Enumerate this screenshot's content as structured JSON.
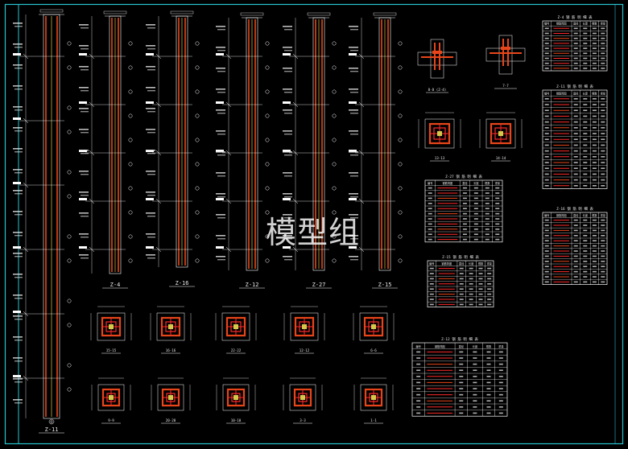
{
  "watermark": "模型组",
  "colors": {
    "frame": "#27c4d0",
    "line": "#ffffff",
    "steel": "#e8461a",
    "bar": "#ff2a2a",
    "core": "#d2c94a",
    "text": "#e8e8e8"
  },
  "columns": [
    {
      "label": "Z-11",
      "mark": "①"
    },
    {
      "label": "Z-4"
    },
    {
      "label": "Z-16"
    },
    {
      "label": "Z-12"
    },
    {
      "label": "Z-27"
    },
    {
      "label": "Z-15"
    }
  ],
  "details": [
    {
      "label": "8-8 (Z-4)"
    },
    {
      "label": "7-7"
    },
    {
      "label": "13-13"
    },
    {
      "label": "14-14"
    }
  ],
  "sections_row1": [
    {
      "label": "15-15"
    },
    {
      "label": "16-16"
    },
    {
      "label": "22-22"
    },
    {
      "label": "12-12"
    },
    {
      "label": "6-6"
    }
  ],
  "sections_row2": [
    {
      "label": "9-9"
    },
    {
      "label": "20-20"
    },
    {
      "label": "10-10"
    },
    {
      "label": "3-3"
    },
    {
      "label": "1-1"
    }
  ],
  "tables": [
    {
      "title": "Z-4    钢 筋 明 细 表",
      "rows": 9
    },
    {
      "title": "Z-11    钢 筋 明 细 表",
      "rows": 16
    },
    {
      "title": "Z-16    钢 筋 明 细 表",
      "rows": 13
    },
    {
      "title": "Z-27    钢 筋 明 细 表",
      "rows": 11
    },
    {
      "title": "Z-15    钢 筋 明 细 表",
      "rows": 8
    },
    {
      "title": "Z-12    钢 筋 明 细 表",
      "rows": 11
    }
  ],
  "table_headers": [
    "编号",
    "钢筋简图",
    "直径",
    "长度",
    "根数",
    "重量"
  ]
}
